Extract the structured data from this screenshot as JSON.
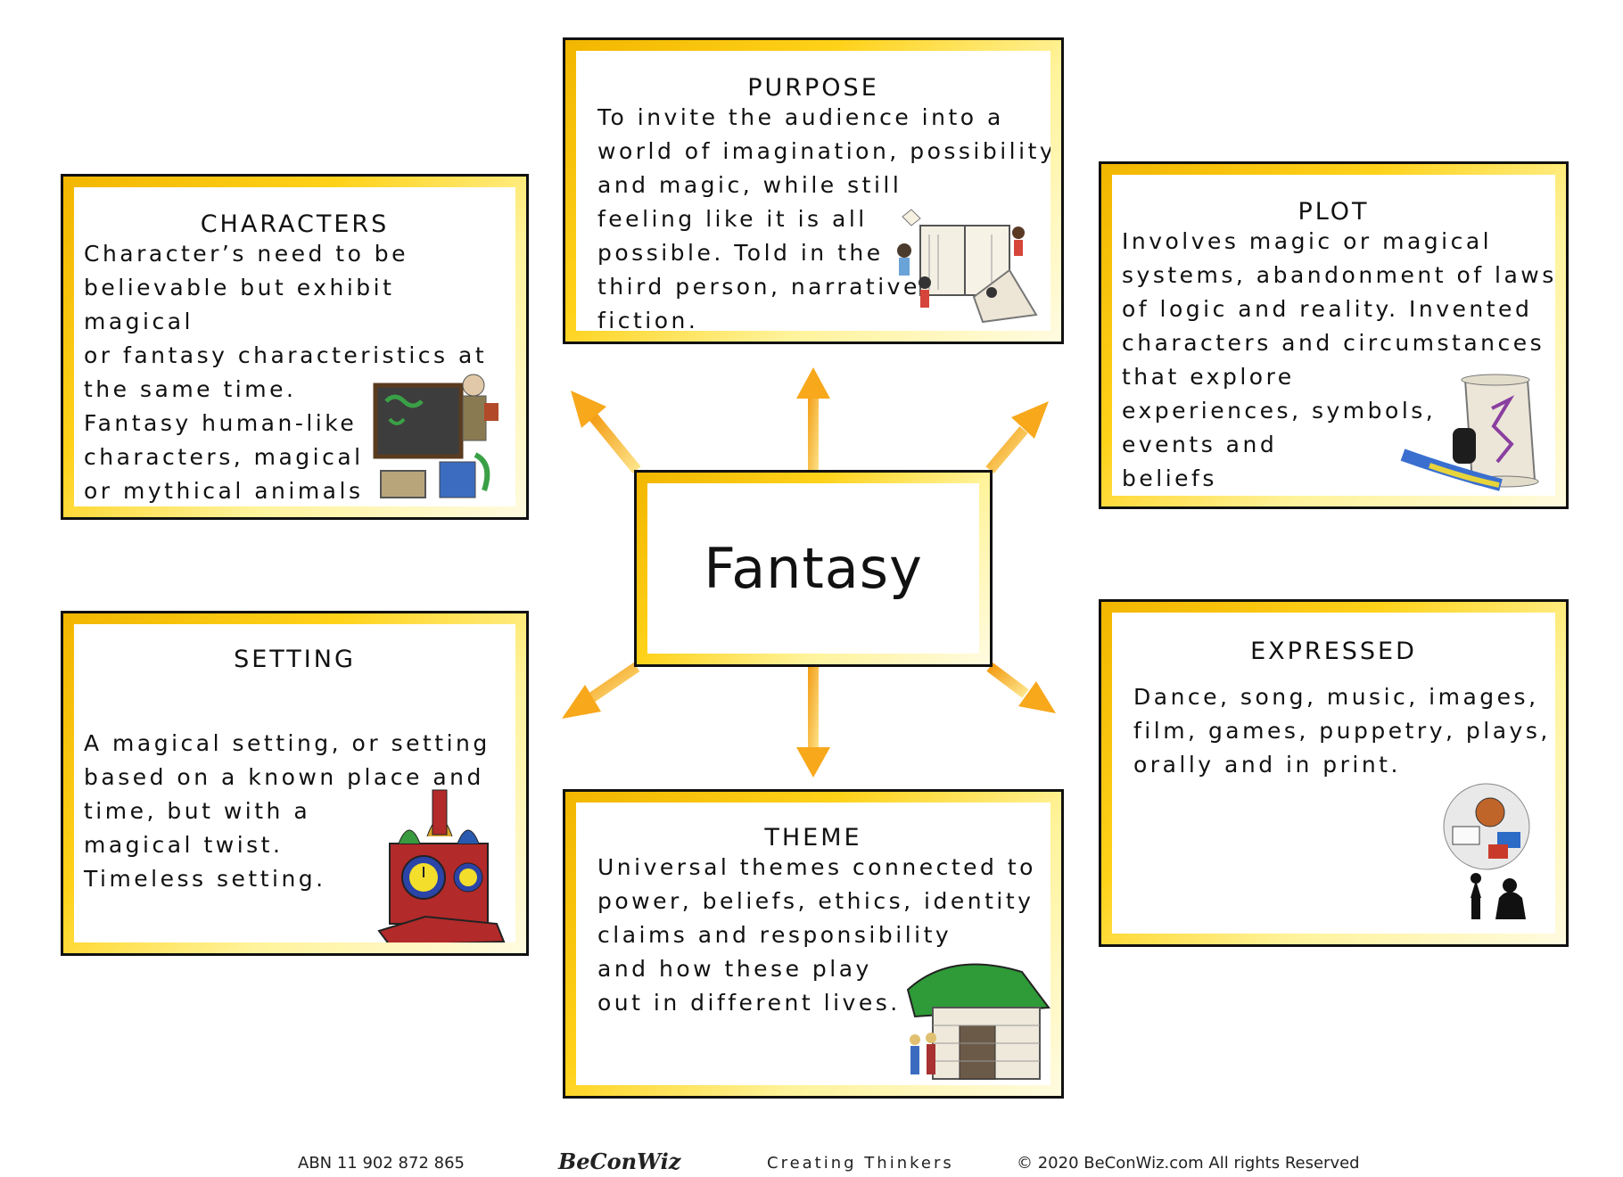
{
  "center": {
    "title": "Fantasy"
  },
  "cards": {
    "purpose": {
      "title": "PURPOSE",
      "body": "To invite the audience into a\nworld of imagination, possibility\nand magic, while still\nfeeling like it is all\npossible. Told in the\nthird person, narrative\nfiction."
    },
    "characters": {
      "title": "CHARACTERS",
      "body": "Character’s need to be\nbelievable but exhibit magical\nor fantasy characteristics at\nthe same time.\nFantasy human-like\ncharacters, magical\nor mythical animals\n."
    },
    "plot": {
      "title": "PLOT",
      "body": "Involves magic or magical\nsystems, abandonment of laws\nof logic and reality. Invented\ncharacters and circumstances\nthat explore\nexperiences, symbols,\nevents and\nbeliefs"
    },
    "setting": {
      "title": "SETTING",
      "body": "A magical setting, or setting\nbased on a known place and\ntime, but with a\nmagical twist.\nTimeless setting."
    },
    "expressed": {
      "title": "EXPRESSED",
      "body": "Dance, song, music, images,\nfilm, games, puppetry, plays,\norally and in print."
    },
    "theme": {
      "title": "THEME",
      "body": "Universal themes connected to\npower, beliefs, ethics, identity\nclaims and responsibility\nand how these play\nout in different lives."
    }
  },
  "footer": {
    "abn": "ABN 11 902 872 865",
    "logo": "BeConWiz",
    "tagline": "Creating Thinkers",
    "copyright": "© 2020 BeConWiz.com All rights Reserved"
  },
  "colors": {
    "arrow": "#f7a81b",
    "border": "#111111",
    "gold": "#ffd21a"
  }
}
